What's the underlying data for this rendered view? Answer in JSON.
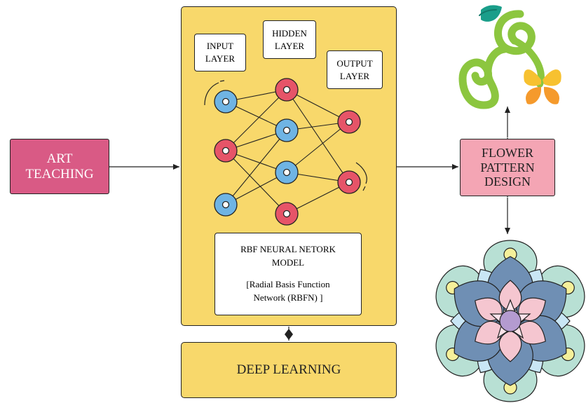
{
  "art_teaching": {
    "line1": "ART",
    "line2": "TEACHING"
  },
  "layers": {
    "input": {
      "line1": "INPUT",
      "line2": "LAYER"
    },
    "hidden": {
      "line1": "HIDDEN",
      "line2": "LAYER"
    },
    "output": {
      "line1": "OUTPUT",
      "line2": "LAYER"
    }
  },
  "model": {
    "line1": "RBF NEURAL NETORK",
    "line2": "MODEL",
    "line3": "[Radial Basis Function",
    "line4": "Network (RBFN) ]"
  },
  "deep_learning": "DEEP LEARNING",
  "flower_pattern": {
    "line1": "FLOWER",
    "line2": "PATTERN",
    "line3": "DESIGN"
  },
  "colors": {
    "art_box": "#d95a85",
    "panel": "#f8d86b",
    "flower_box": "#f4a5b4",
    "node_blue": "#6fb4e4",
    "node_red": "#e65468",
    "vine_green": "#8cc63f",
    "leaf_teal": "#1a9e8a",
    "butterfly_orange": "#f59a2c",
    "mandala_blue": "#6f8fb4",
    "mandala_teal": "#b8e0d4",
    "mandala_pink": "#f5c6d0",
    "mandala_center": "#b49bd0"
  },
  "icons": [
    "vine-swirl-icon",
    "butterfly-icon",
    "mandala-flower-icon",
    "neural-network-icon"
  ]
}
